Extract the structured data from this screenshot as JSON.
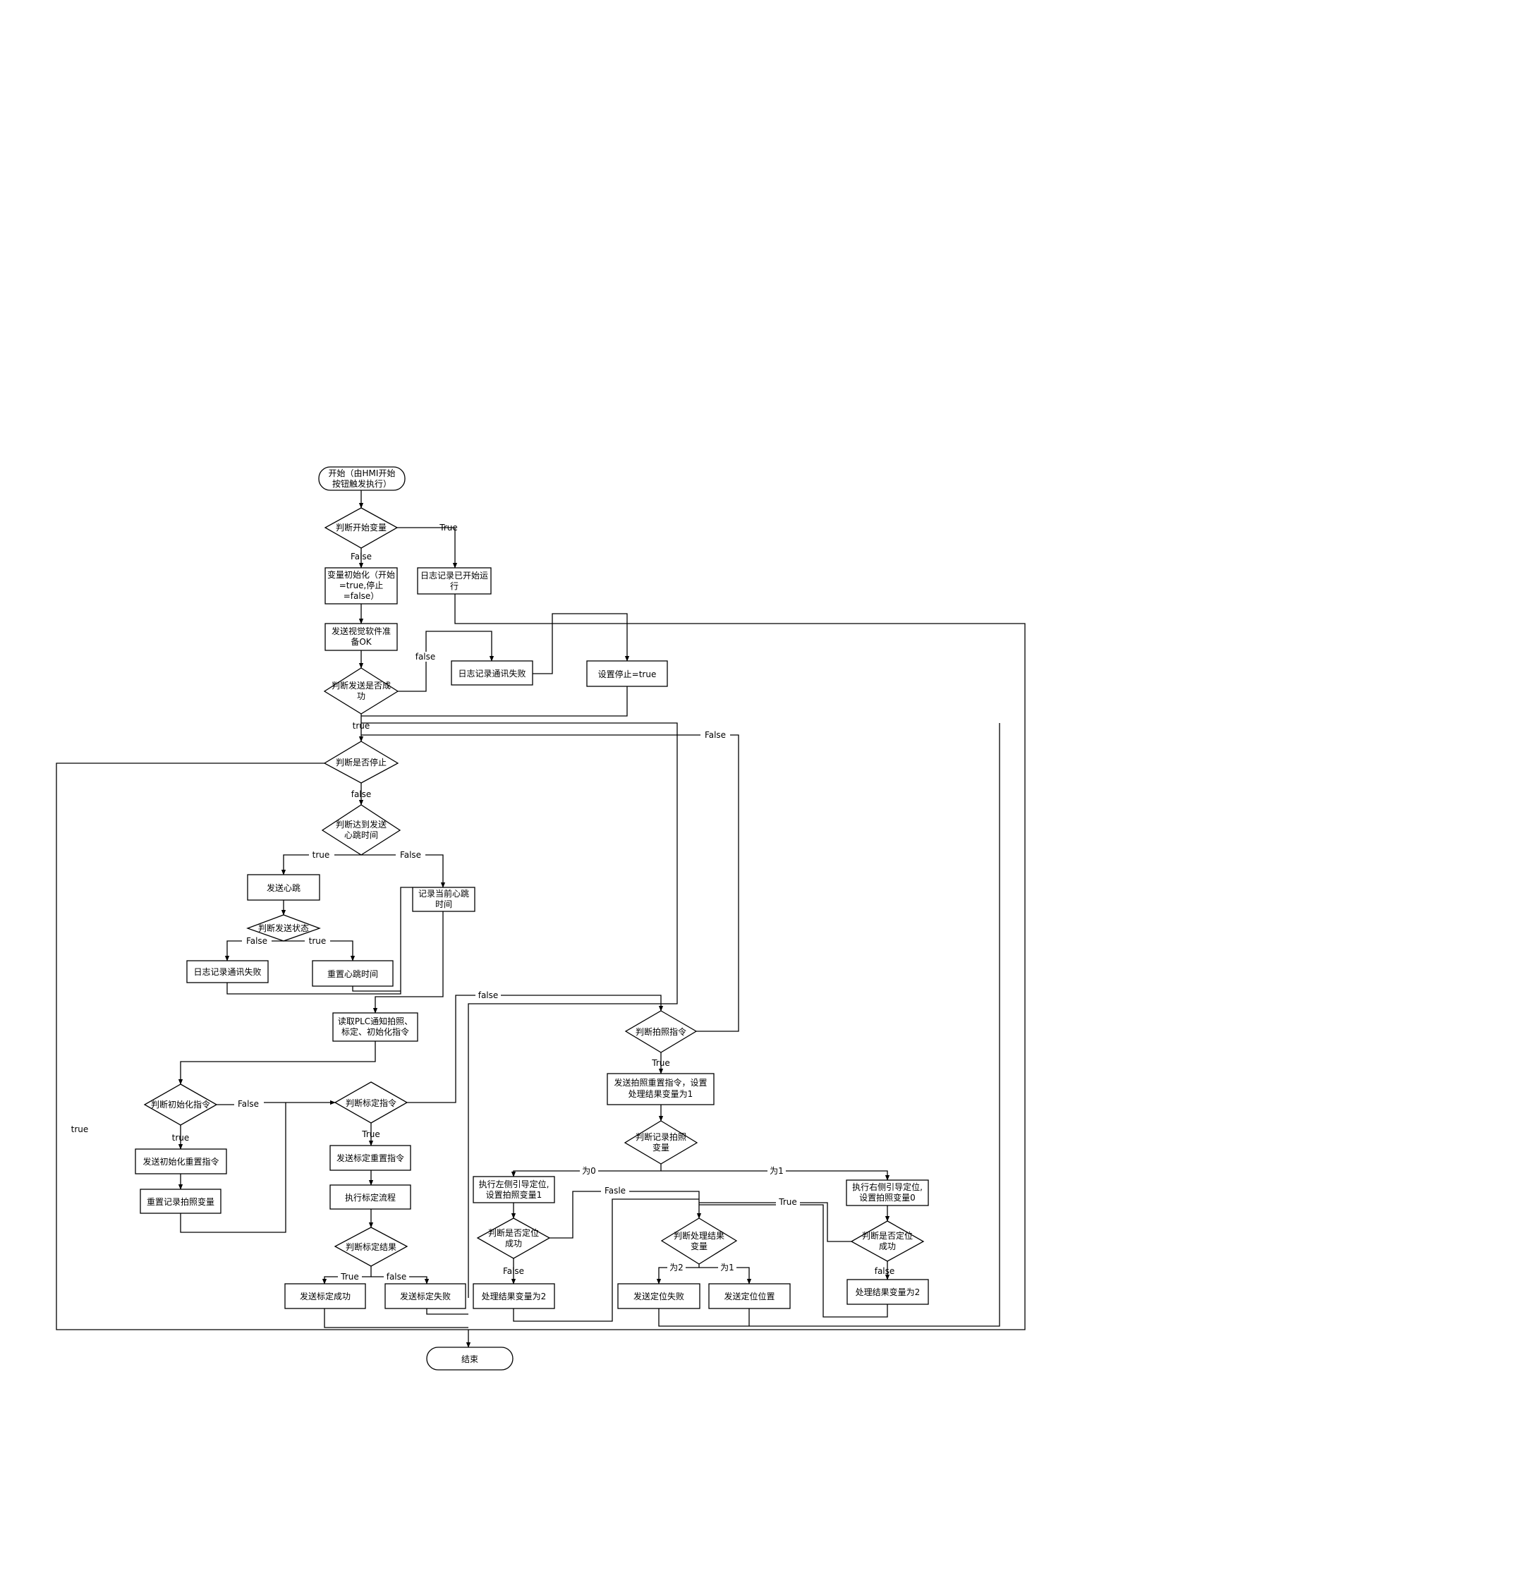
{
  "nodes": {
    "start": "开始（由HMI开始按钮触发执行）",
    "check_start_var": "判断开始变量",
    "init_vars": "变量初始化（开始=true,停止=false）",
    "log_started": "日志记录已开始运行",
    "send_ready": "发送视觉软件准备OK",
    "check_send": "判断发送是否成功",
    "log_comm_fail_top": "日志记录通讯失败",
    "set_stop": "设置停止=true",
    "check_stop": "判断是否停止",
    "check_heartbeat_time": "判断达到发送心跳时间",
    "send_heartbeat": "发送心跳",
    "record_heartbeat": "记录当前心跳时间",
    "check_send_state": "判断发送状态",
    "log_comm_fail": "日志记录通讯失败",
    "reset_heartbeat": "重置心跳时间",
    "read_plc": "读取PLC通知拍照、标定、初始化指令",
    "check_init_cmd": "判断初始化指令",
    "send_init_reset": "发送初始化重置指令",
    "reset_photo_var": "重置记录拍照变量",
    "check_calib_cmd": "判断标定指令",
    "send_calib_reset": "发送标定重置指令",
    "run_calib": "执行标定流程",
    "check_calib_result": "判断标定结果",
    "send_calib_ok": "发送标定成功",
    "send_calib_fail": "发送标定失败",
    "check_photo_cmd": "判断拍照指令",
    "send_photo_reset": "发送拍照重置指令，设置处理结果变量为1",
    "check_photo_record": "判断记录拍照变量",
    "exec_left": "执行左侧引导定位,设置拍照变量1",
    "exec_right": "执行右侧引导定位,设置拍照变量0",
    "check_locate_left": "判断是否定位成功",
    "check_locate_right": "判断是否定位成功",
    "check_result_var": "判断处理结果变量",
    "set_result_2_left": "处理结果变量为2",
    "set_result_2_right": "处理结果变量为2",
    "send_locate_fail": "发送定位失败",
    "send_locate_pos": "发送定位位置",
    "end": "结束"
  },
  "edge_labels": {
    "start_true": "True",
    "start_false": "False",
    "send_false": "false",
    "send_true": "true",
    "photo_false": "False",
    "stop_true": "true",
    "stop_false": "false",
    "hb_true": "true",
    "hb_false": "False",
    "state_false": "False",
    "state_true": "true",
    "calib_false": "false",
    "photo_true": "True",
    "init_false": "False",
    "init_true": "true",
    "calib_true": "True",
    "result_true": "True",
    "result_false": "false",
    "rec_0": "为0",
    "rec_1": "为1",
    "left_fasle": "Fasle",
    "right_true": "True",
    "left_false": "False",
    "right_false": "false",
    "res_2": "为2",
    "res_1": "为1"
  }
}
